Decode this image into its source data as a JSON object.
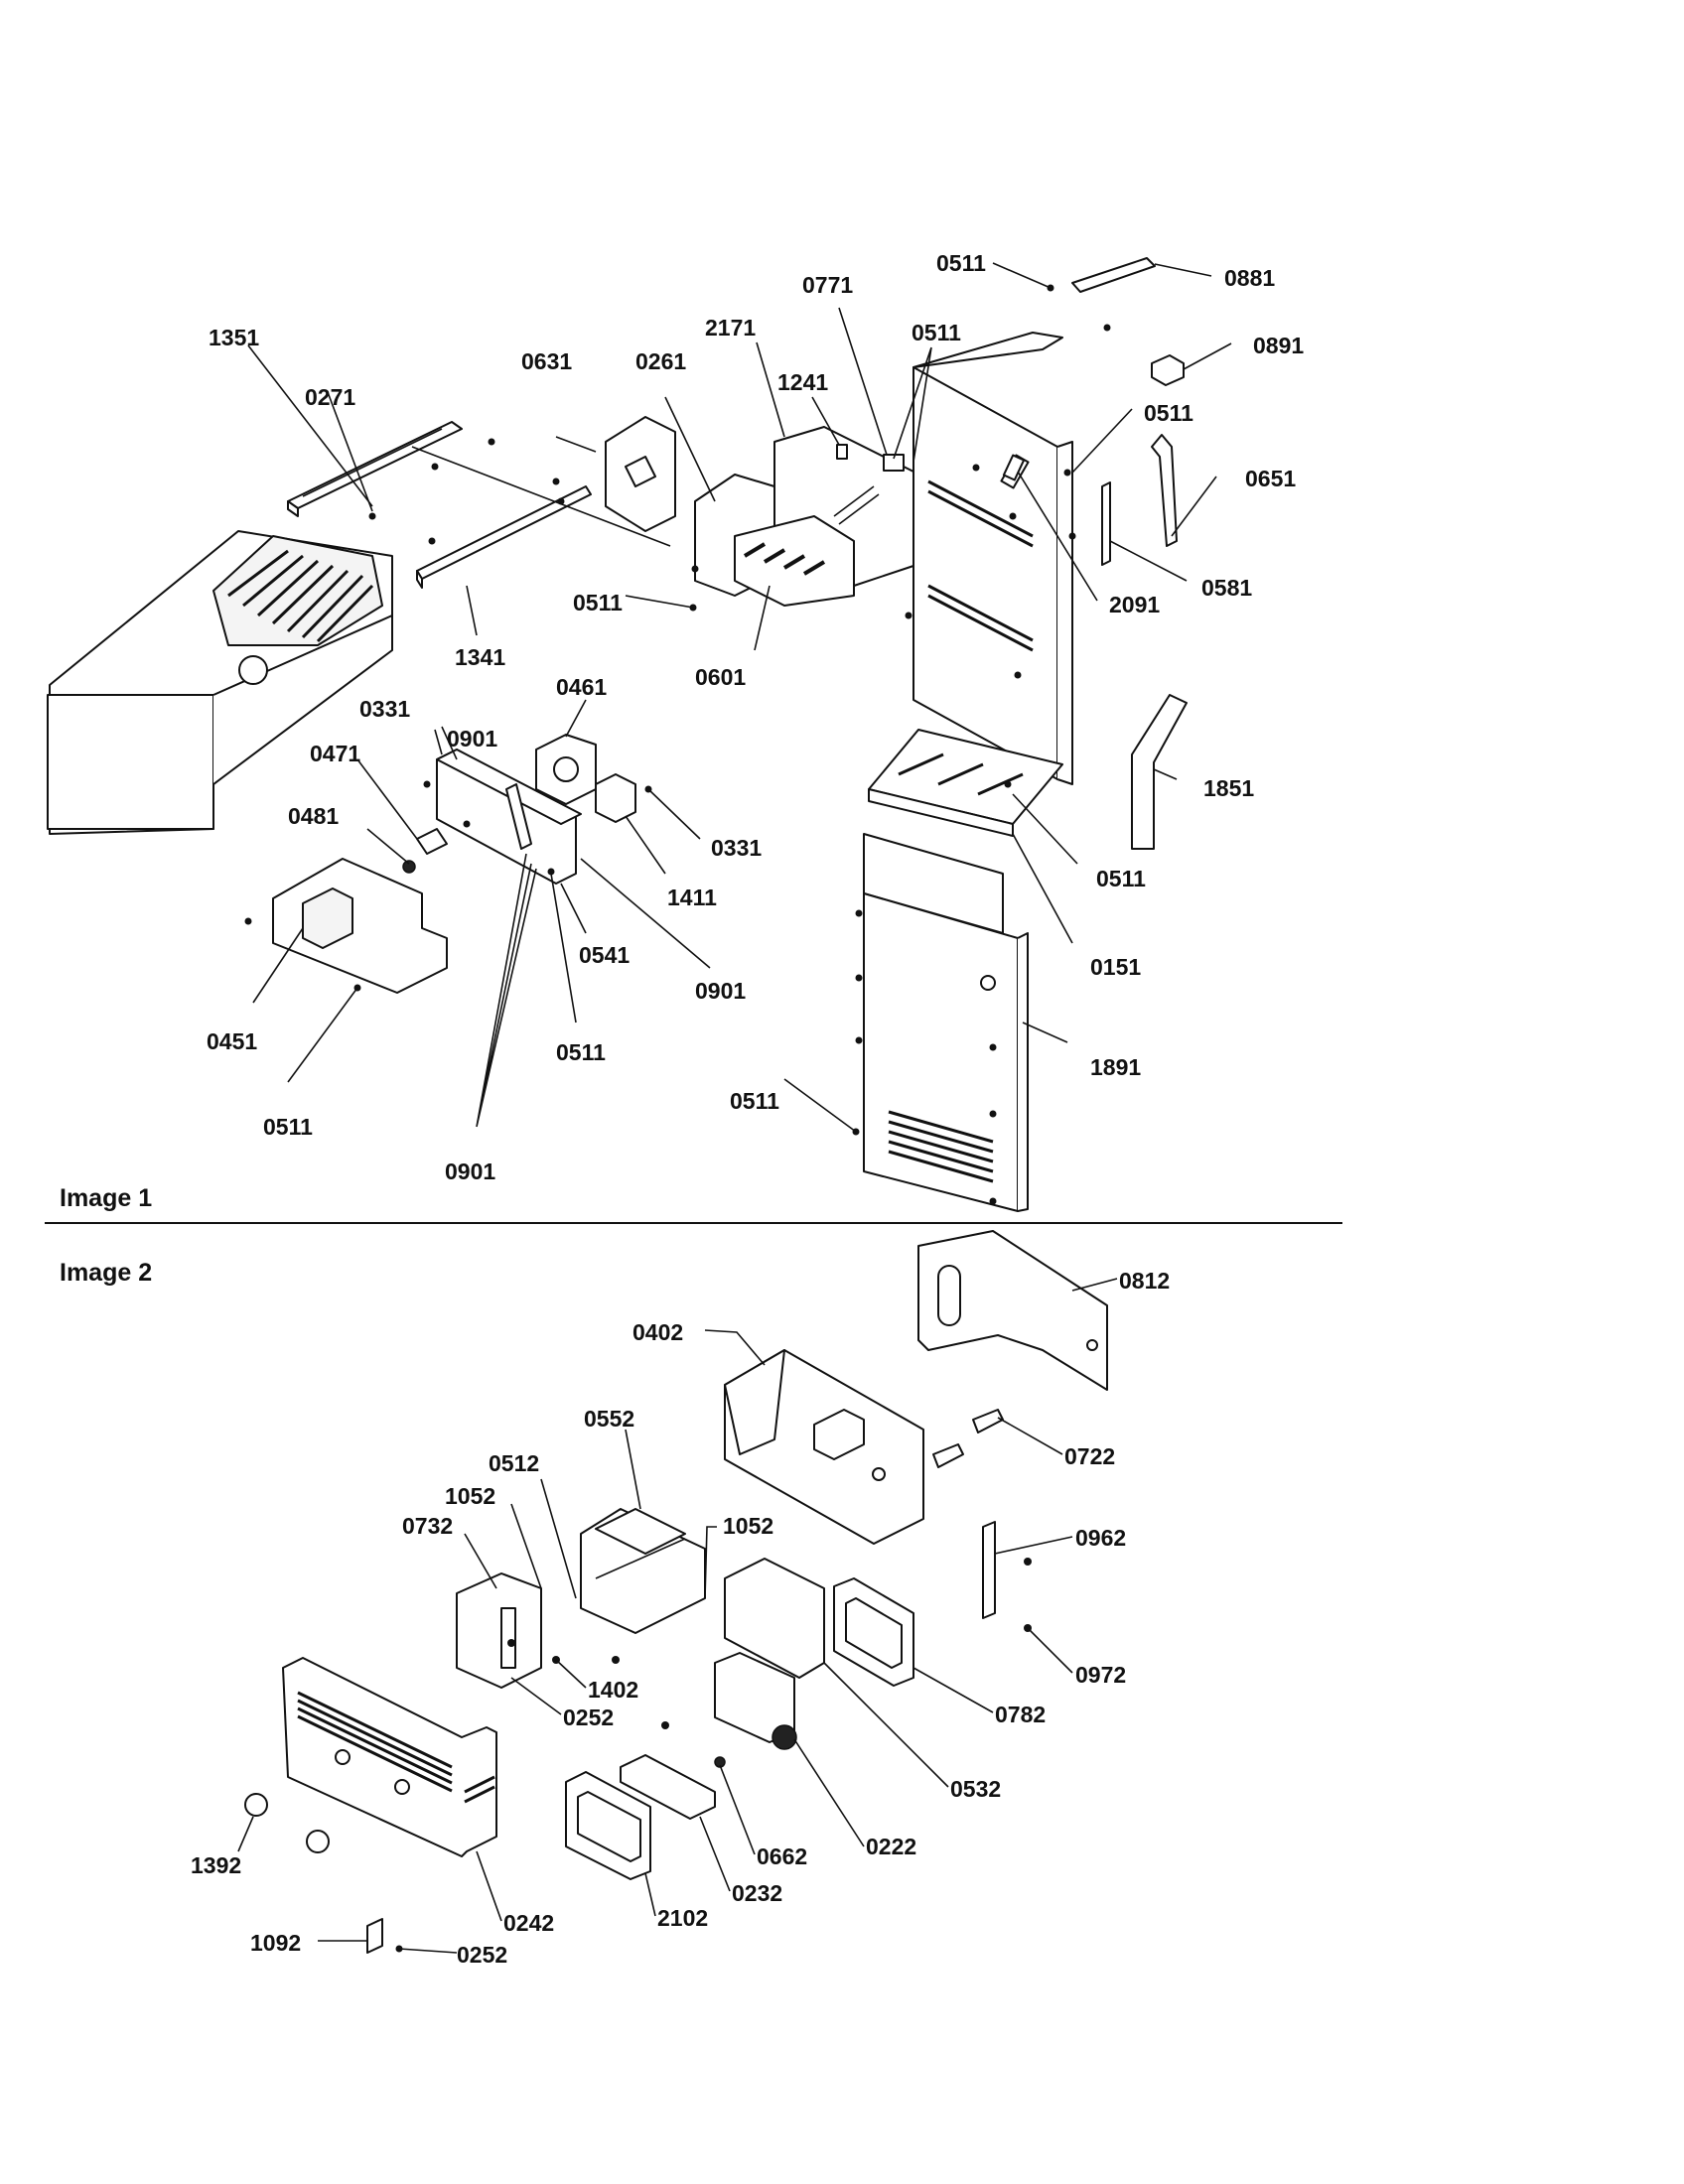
{
  "sections": {
    "image1": "Image 1",
    "image2": "Image 2"
  },
  "image1_callouts": [
    "1351",
    "0271",
    "0631",
    "0261",
    "2171",
    "1241",
    "0771",
    "0511",
    "0511",
    "0881",
    "0891",
    "0511",
    "0651",
    "0581",
    "2091",
    "0511",
    "0601",
    "1341",
    "0461",
    "0331",
    "0901",
    "0471",
    "0481",
    "0331",
    "1411",
    "0541",
    "0901",
    "0511",
    "0451",
    "0511",
    "0901",
    "1851",
    "0511",
    "0151",
    "1891",
    "0511"
  ],
  "image2_callouts": [
    "0812",
    "0402",
    "0722",
    "0552",
    "0512",
    "1052",
    "0732",
    "1052",
    "0962",
    "0972",
    "1402",
    "0252",
    "0782",
    "0532",
    "0222",
    "0662",
    "0232",
    "2102",
    "1392",
    "0242",
    "1092",
    "0252"
  ]
}
